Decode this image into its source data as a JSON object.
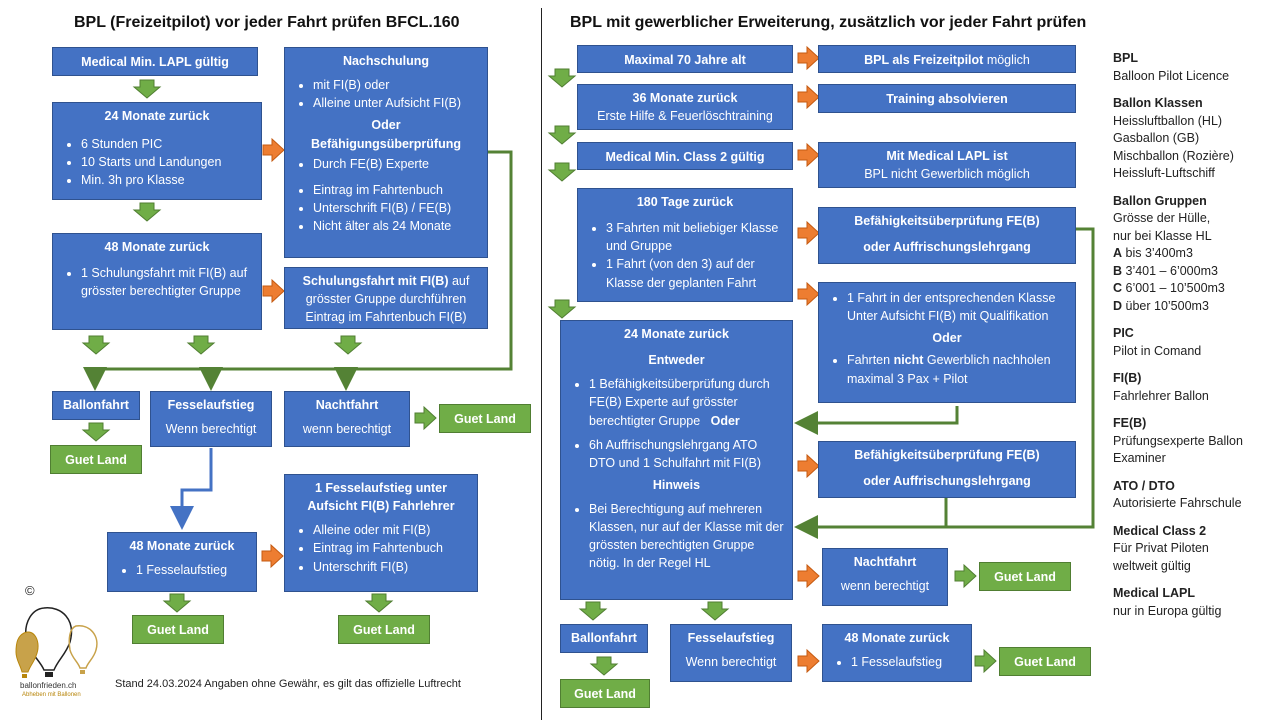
{
  "left": {
    "title": "BPL (Freizeitpilot) vor jeder Fahrt prüfen BFCL.160",
    "medical": "Medical Min. LAPL gültig",
    "m24": {
      "title": "24 Monate zurück",
      "items": [
        "6 Stunden PIC",
        "10 Starts und Landungen",
        "Min. 3h pro Klasse"
      ]
    },
    "m48": {
      "title": "48 Monate zurück",
      "items": [
        "1 Schulungsfahrt mit FI(B) auf grösster berechtigter Gruppe"
      ]
    },
    "nach": {
      "title": "Nachschulung",
      "items1": [
        "mit FI(B) oder",
        "Alleine unter Aufsicht FI(B)"
      ],
      "oder": "Oder",
      "sub": "Befähigungsüberprüfung",
      "items2": [
        "Durch FE(B) Experte"
      ],
      "items3": [
        "Eintrag im Fahrtenbuch",
        "Unterschrift FI(B) / FE(B)",
        "Nicht älter als 24 Monate"
      ]
    },
    "schul": {
      "bold": "Schulungsfahrt mit FI(B)",
      "rest1": " auf",
      "rest2": "grösster Gruppe durchführen",
      "rest3": "Eintrag im Fahrtenbuch FI(B)"
    },
    "ballonfahrt": "Ballonfahrt",
    "fessel": {
      "title": "Fesselaufstieg",
      "sub": "Wenn berechtigt"
    },
    "nacht": {
      "title": "Nachtfahrt",
      "sub": "wenn berechtigt"
    },
    "guet1": "Guet Land",
    "guet2": "Guet Land",
    "m48b": {
      "title": "48 Monate zurück",
      "items": [
        "1 Fesselaufstieg"
      ]
    },
    "fess2": {
      "title1": "1 Fesselaufstieg unter",
      "title2": "Aufsicht FI(B) Fahrlehrer",
      "items": [
        "Alleine oder mit FI(B)",
        "Eintrag im Fahrtenbuch",
        "Unterschrift FI(B)"
      ]
    },
    "guet3": "Guet Land",
    "guet4": "Guet Land",
    "footer": "Stand 24.03.2024 Angaben ohne Gewähr, es gilt das offizielle Luftrecht",
    "copyright": "©",
    "logo_text": "ballonfrieden.ch",
    "logo_sub": "Abheben mit Ballonen"
  },
  "right": {
    "title": "BPL mit gewerblicher Erweiterung, zusätzlich vor jeder Fahrt prüfen",
    "age": "Maximal 70 Jahre alt",
    "age_r": {
      "bold": "BPL als Freizeitpilot",
      "rest": " möglich"
    },
    "m36": {
      "title": "36 Monate zurück",
      "sub": "Erste Hilfe & Feuerlöschtraining"
    },
    "m36_r": "Training absolvieren",
    "med2": "Medical Min. Class 2 gültig",
    "med2_r": {
      "l1": "Mit Medical LAPL ist",
      "l2": "BPL nicht Gewerblich möglich"
    },
    "t180": {
      "title": "180 Tage zurück",
      "items": [
        "3 Fahrten mit beliebiger Klasse und Gruppe",
        "1 Fahrt (von den 3)  auf der Klasse der geplanten Fahrt"
      ]
    },
    "bef1": {
      "l1": "Befähigkeitsüberprüfung FE(B)",
      "l2": "oder Auffrischungslehrgang"
    },
    "fahrt1": {
      "items1": [
        "1 Fahrt in der entsprechenden Klasse Unter Aufsicht FI(B) mit Qualifikation"
      ],
      "oder": "Oder",
      "pre": "Fahrten ",
      "bold": "nicht",
      "post": " Gewerblich nachholen maximal 3 Pax + Pilot"
    },
    "m24": {
      "title": "24 Monate zurück",
      "entweder": "Entweder",
      "item1": "1 Befähigkeitsüberprüfung durch FE(B) Experte auf grösster berechtigter Gruppe",
      "oder": "Oder",
      "item2": "6h Auffrischungslehrgang ATO DTO und 1 Schulfahrt mit FI(B)",
      "hinweis": "Hinweis",
      "item3": "Bei Berechtigung auf mehreren Klassen, nur auf der Klasse mit der grössten berechtigten Gruppe nötig. In der Regel HL"
    },
    "bef2": {
      "l1": "Befähigkeitsüberprüfung FE(B)",
      "l2": "oder Auffrischungslehrgang"
    },
    "nacht": {
      "title": "Nachtfahrt",
      "sub": "wenn berechtigt"
    },
    "guet_n": "Guet Land",
    "ballonfahrt": "Ballonfahrt",
    "fessel": {
      "title": "Fesselaufstieg",
      "sub": "Wenn berechtigt"
    },
    "m48": {
      "title": "48 Monate zurück",
      "items": [
        "1 Fesselaufstieg"
      ]
    },
    "guet_b": "Guet Land",
    "guet_m": "Guet Land"
  },
  "legend": [
    {
      "head": "BPL",
      "lines": [
        "Balloon Pilot Licence"
      ]
    },
    {
      "head": "Ballon Klassen",
      "lines": [
        "Heissluftballon (HL)",
        "Gasballon (GB)",
        "Mischballon (Rozière)",
        "Heissluft-Luftschiff"
      ]
    },
    {
      "head": "Ballon Gruppen",
      "lines": [
        "Grösse der Hülle,",
        "nur bei Klasse HL"
      ],
      "groups": [
        [
          "A",
          " bis 3’400m3"
        ],
        [
          "B",
          " 3’401  – 6’000m3"
        ],
        [
          "C",
          " 6’001  – 10’500m3"
        ],
        [
          "D",
          " über 10’500m3"
        ]
      ]
    },
    {
      "head": "PIC",
      "lines": [
        "Pilot in Comand"
      ]
    },
    {
      "head": "FI(B)",
      "lines": [
        "Fahrlehrer Ballon"
      ]
    },
    {
      "head": "FE(B)",
      "lines": [
        "Prüfungsexperte Ballon",
        "Examiner"
      ]
    },
    {
      "head": "ATO / DTO",
      "lines": [
        "Autorisierte Fahrschule"
      ]
    },
    {
      "head": "Medical Class 2",
      "lines": [
        "Für Privat Piloten",
        "weltweit gültig"
      ]
    },
    {
      "head": "Medical LAPL",
      "lines": [
        "nur in Europa gültig"
      ]
    }
  ],
  "colors": {
    "box": "#4472c4",
    "green": "#70ad47",
    "orange": "#ed7d31",
    "line": "#548235",
    "blue_line": "#4472c4"
  }
}
